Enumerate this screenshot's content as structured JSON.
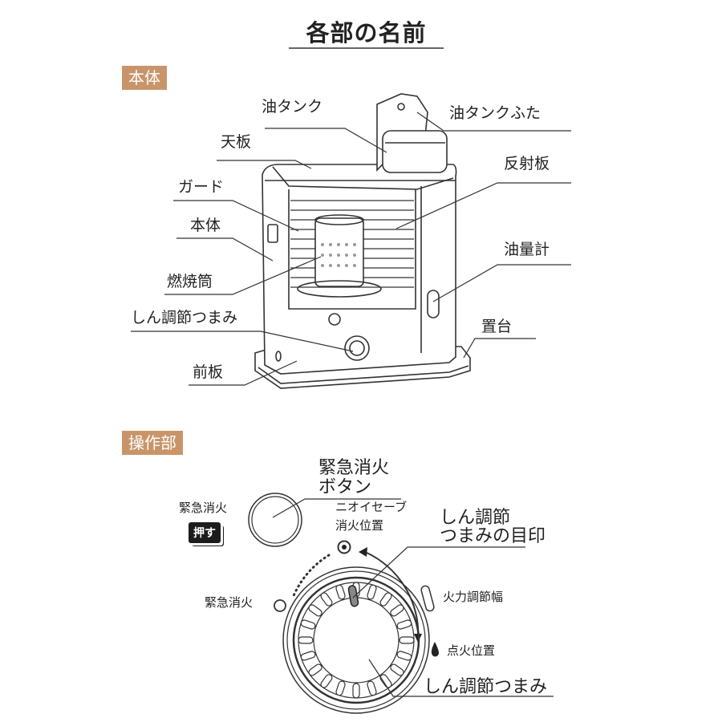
{
  "title": "各部の名前",
  "sections": {
    "body": {
      "badge": "本体",
      "labels": {
        "oil_tank": "油タンク",
        "oil_tank_cap": "油タンクふた",
        "top_plate": "天板",
        "reflector": "反射板",
        "guard": "ガード",
        "body": "本体",
        "oil_gauge": "油量計",
        "combustion_tube": "燃焼筒",
        "wick_knob": "しん調節つまみ",
        "base": "置台",
        "front_plate": "前板"
      }
    },
    "controls": {
      "badge": "操作部",
      "emergency_label": "緊急消火",
      "push_badge": "押す",
      "emergency_button_line1": "緊急消火",
      "emergency_button_line2": "ボタン",
      "odor_save_line1": "ニオイセーブ",
      "odor_save_line2": "消火位置",
      "knob_mark_line1": "しん調節",
      "knob_mark_line2": "つまみの目印",
      "emergency_position": "緊急消火",
      "heat_range": "火力調節幅",
      "ignition_position": "点火位置",
      "wick_knob": "しん調節つまみ"
    }
  },
  "colors": {
    "badge": "#c8956a",
    "line": "#222222"
  }
}
